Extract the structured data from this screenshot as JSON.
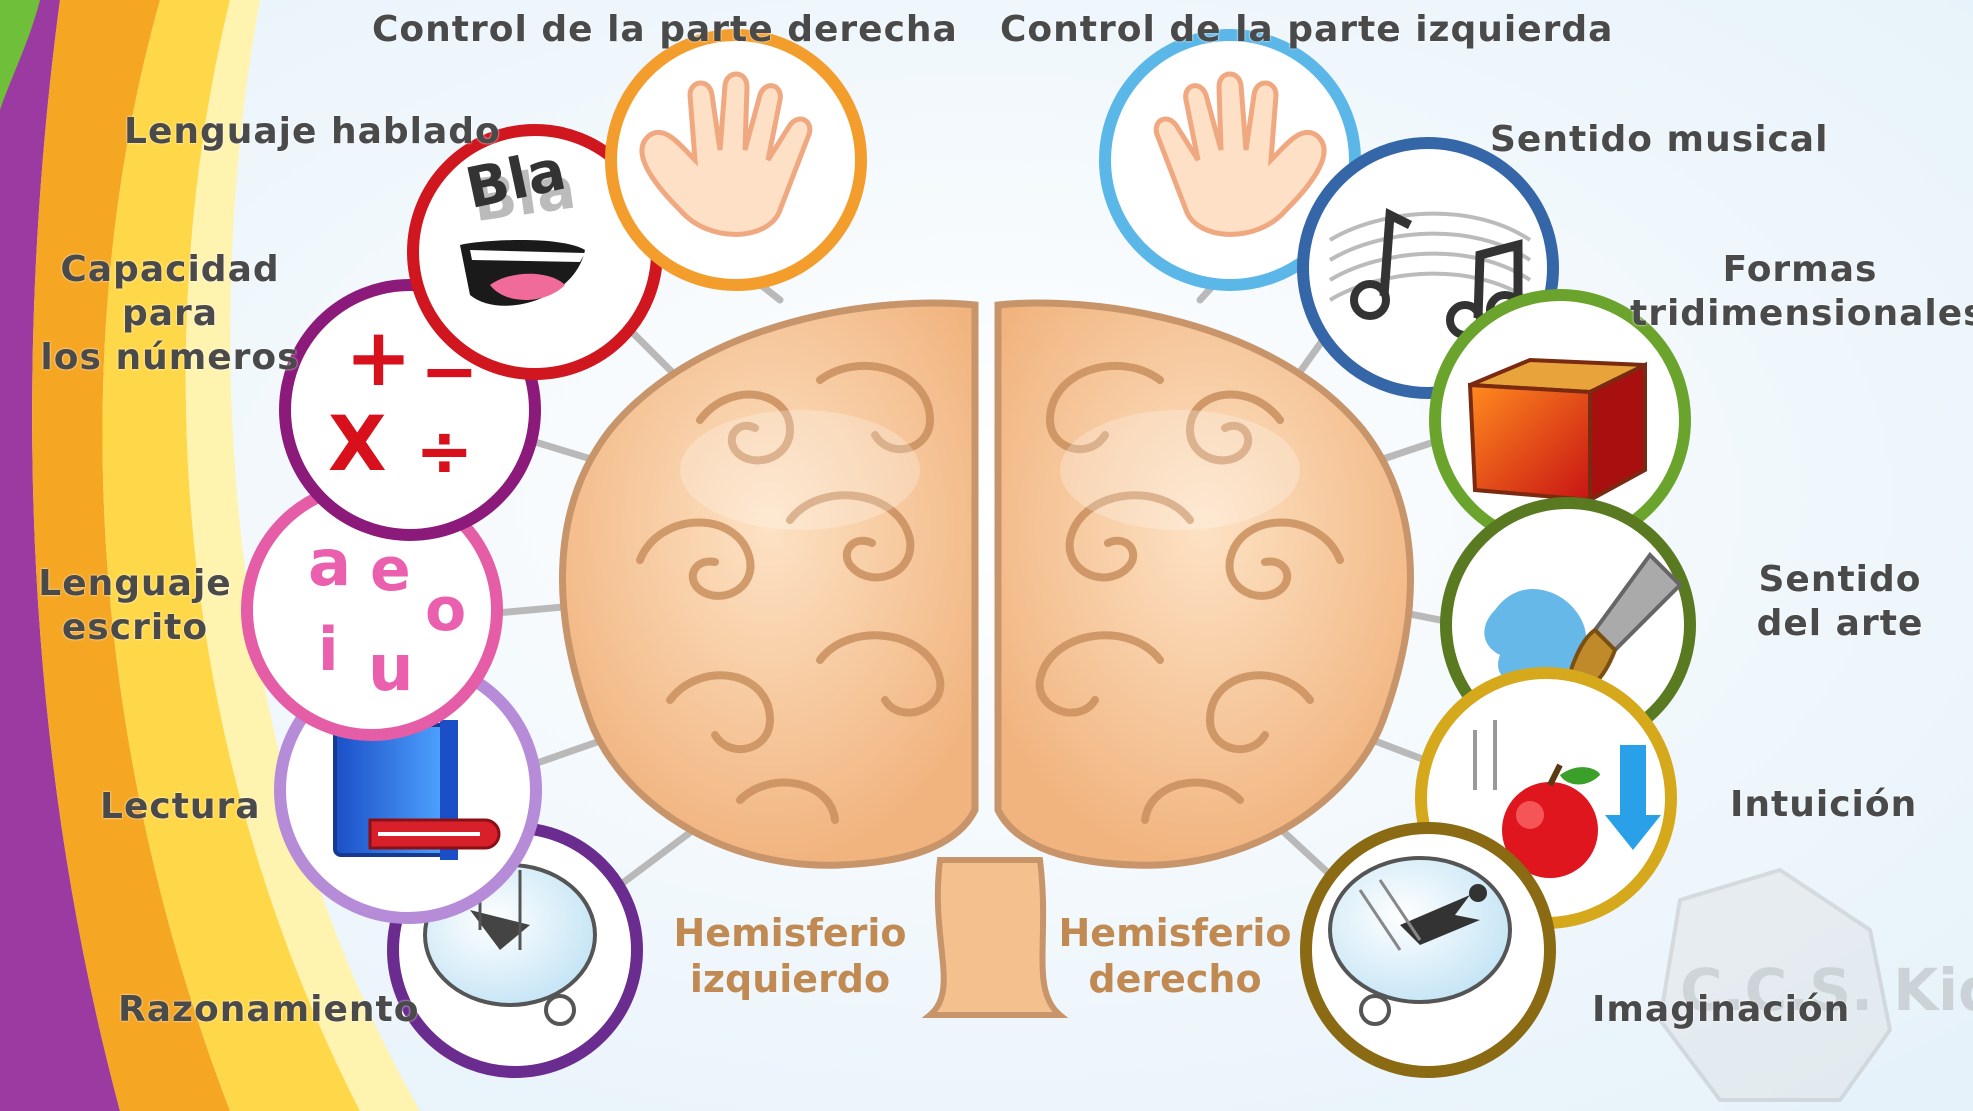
{
  "labels": {
    "control_derecha": "Control de la parte derecha",
    "control_izquierda": "Control de la parte izquierda",
    "lenguaje_hablado": "Lenguaje hablado",
    "capacidad_numeros": "Capacidad para\nlos números",
    "lenguaje_escrito": "Lenguaje\nescrito",
    "lectura": "Lectura",
    "razonamiento": "Razonamiento",
    "sentido_musical": "Sentido musical",
    "formas": "Formas\ntridimensionales",
    "sentido_arte": "Sentido\ndel arte",
    "intuicion": "Intuición",
    "imaginacion": "Imaginación",
    "hemisferio_izquierdo": "Hemisferio\nizquierdo",
    "hemisferio_derecho": "Hemisferio\nderecho"
  },
  "icon_text": {
    "bla1": "Bla",
    "bla2": "Bla",
    "vowels": [
      "a",
      "e",
      "o",
      "i",
      "u"
    ],
    "math": [
      "+",
      "−",
      "X",
      "÷"
    ]
  },
  "logo_text": "C.C.S. Kids",
  "colors": {
    "left_rings": [
      "#f29d2c",
      "#d0161f",
      "#8b1a7a",
      "#e55ca7",
      "#b68bd8",
      "#6a2c8f"
    ],
    "right_rings": [
      "#5ab7e8",
      "#3566a8",
      "#6ba42c",
      "#5a7a22",
      "#d6a91d",
      "#8a6a12"
    ],
    "brain_fill": "#f6c99b",
    "brain_stroke": "#c8946a",
    "label_text": "#4a4a4a",
    "hemi_text": "#c08a52"
  }
}
